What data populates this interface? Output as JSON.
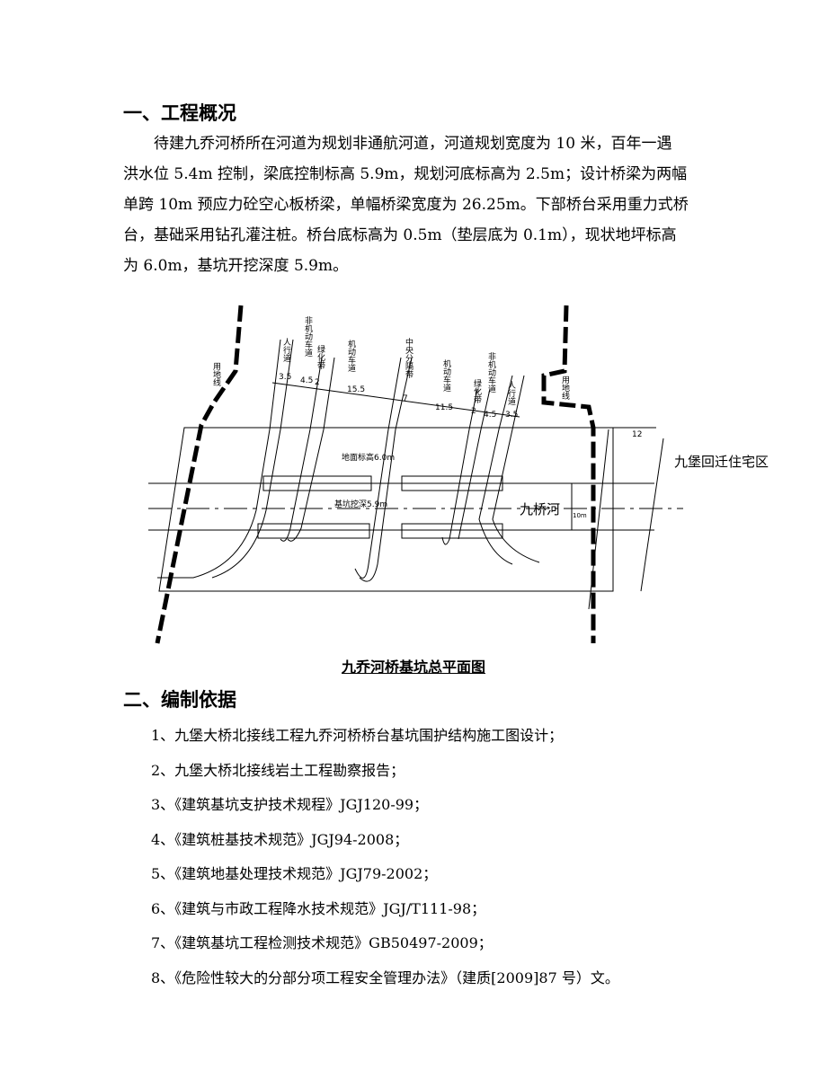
{
  "section1": {
    "heading": "一、工程概况",
    "lines": [
      "待建九乔河桥所在河道为规划非通航河道，河道规划宽度为 10 米，百年一遇",
      "洪水位 5.4m 控制，梁底控制标高 5.9m，规划河底标高为 2.5m；设计桥梁为两幅",
      "单跨 10m 预应力砼空心板桥梁，单幅桥梁宽度为 26.25m。下部桥台采用重力式桥",
      "台，基础采用钻孔灌注桩。桥台底标高为 0.5m（垫层底为 0.1m），现状地坪标高",
      "为 6.0m，基坑开挖深度 5.9m。"
    ]
  },
  "figure": {
    "caption": "九乔河桥基坑总平面图",
    "labels": {
      "land_line_left": "用地线",
      "land_line_right": "用地线",
      "sidewalk_left": "人行道",
      "sidewalk_left_w": "3.5",
      "nonmotor_left": "非机动车道",
      "nonmotor_left_w": "4.5",
      "green_left": "绿化带",
      "green_left_w": "2",
      "motor_left": "机动车道",
      "motor_left_w": "15.5",
      "median": "中央分隔带",
      "median_w": "7",
      "motor_right": "机动车道",
      "motor_right_w": "11.5",
      "green_right": "绿化带",
      "green_right_w": "2",
      "nonmotor_right": "非机动车道",
      "nonmotor_right_w": "4.5",
      "sidewalk_right": "人行道",
      "sidewalk_right_w": "3.5",
      "ground_elev": "地面标高6.0m",
      "pit_depth": "基坑挖深5.9m",
      "river": "九桥河",
      "river_w": "10m",
      "residential": "九堡回迁住宅区",
      "dim_12": "12"
    }
  },
  "section2": {
    "heading": "二、编制依据",
    "items": [
      "1、九堡大桥北接线工程九乔河桥桥台基坑围护结构施工图设计；",
      "2、九堡大桥北接线岩土工程勘察报告；",
      "3、《建筑基坑支护技术规程》JGJ120-99；",
      "4、《建筑桩基技术规范》JGJ94-2008；",
      "5、《建筑地基处理技术规范》JGJ79-2002；",
      "6、《建筑与市政工程降水技术规范》JGJ/T111-98；",
      "7、《建筑基坑工程检测技术规范》GB50497-2009；",
      "8、《危险性较大的分部分项工程安全管理办法》（建质[2009]87 号）文。"
    ]
  }
}
